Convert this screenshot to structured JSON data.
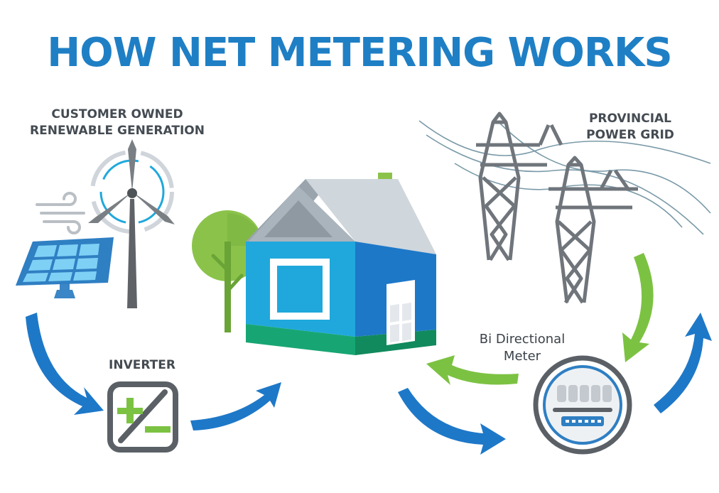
{
  "title": "HOW NET METERING WORKS",
  "labels": {
    "customer_line1": "CUSTOMER OWNED",
    "customer_line2": "RENEWABLE GENERATION",
    "grid_line1": "PROVINCIAL",
    "grid_line2": "POWER GRID",
    "inverter": "INVERTER",
    "meter_line1": "Bi Directional",
    "meter_line2": "Meter"
  },
  "icons": [
    "wind-turbine-icon",
    "wind-gust-icon",
    "solar-panel-icon",
    "inverter-icon",
    "house-icon",
    "tree-icon",
    "transmission-tower-icon",
    "bi-directional-meter-icon",
    "flow-arrow-icon"
  ],
  "colors": {
    "title_blue": "#1f7fc5",
    "arrow_blue": "#1e78c8",
    "arrow_green": "#7cc242",
    "label_gray": "#444b52",
    "house_blue": "#1e88d4",
    "house_teal": "#20a8dc",
    "roof_gray": "#aab4bd",
    "ground_green": "#17a673",
    "tower_gray": "#6f757b",
    "inverter_green": "#7cc242",
    "tree_green": "#8bc34a"
  }
}
